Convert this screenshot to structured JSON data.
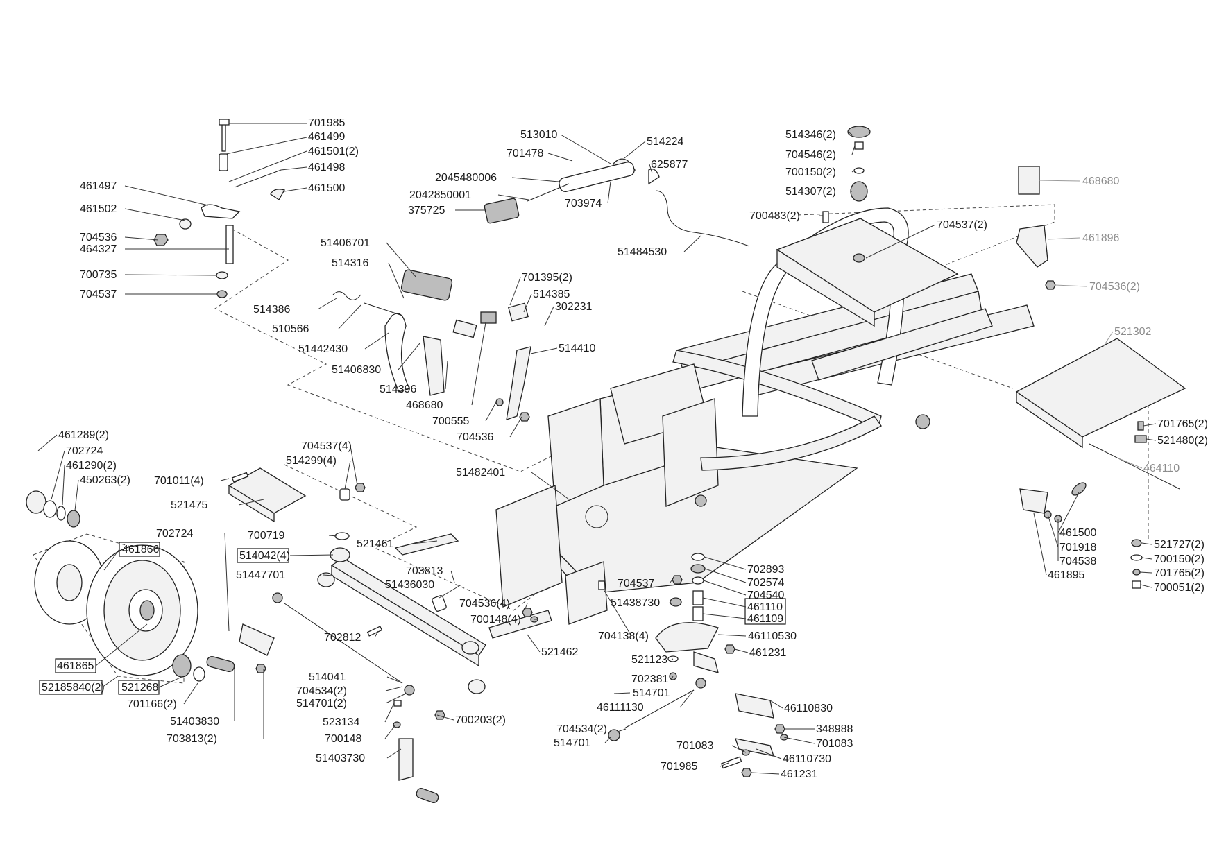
{
  "labels": [
    {
      "id": "l01",
      "text": "701985"
    },
    {
      "id": "l02",
      "text": "461499"
    },
    {
      "id": "l03",
      "text": "461501(2)"
    },
    {
      "id": "l04",
      "text": "461498"
    },
    {
      "id": "l05",
      "text": "461497"
    },
    {
      "id": "l06",
      "text": "461500"
    },
    {
      "id": "l07",
      "text": "461502"
    },
    {
      "id": "l08",
      "text": "704536"
    },
    {
      "id": "l09",
      "text": "464327"
    },
    {
      "id": "l10",
      "text": "700735"
    },
    {
      "id": "l11",
      "text": "704537"
    },
    {
      "id": "l12",
      "text": "513010"
    },
    {
      "id": "l13",
      "text": "514224"
    },
    {
      "id": "l14",
      "text": "701478"
    },
    {
      "id": "l15",
      "text": "625877"
    },
    {
      "id": "l16",
      "text": "2045480006"
    },
    {
      "id": "l17",
      "text": "2042850001"
    },
    {
      "id": "l18",
      "text": "375725"
    },
    {
      "id": "l19",
      "text": "703974"
    },
    {
      "id": "l20",
      "text": "51484530"
    },
    {
      "id": "l21",
      "text": "514346(2)"
    },
    {
      "id": "l22",
      "text": "704546(2)"
    },
    {
      "id": "l23",
      "text": "700150(2)"
    },
    {
      "id": "l24",
      "text": "514307(2)"
    },
    {
      "id": "l25",
      "text": "700483(2)"
    },
    {
      "id": "l26",
      "text": "704537(2)"
    },
    {
      "id": "l27",
      "text": "468680"
    },
    {
      "id": "l28",
      "text": "461896"
    },
    {
      "id": "l29",
      "text": "704536(2)"
    },
    {
      "id": "l30",
      "text": "51406701"
    },
    {
      "id": "l31",
      "text": "514316"
    },
    {
      "id": "l32",
      "text": "701395(2)"
    },
    {
      "id": "l33",
      "text": "514385"
    },
    {
      "id": "l34",
      "text": "302231"
    },
    {
      "id": "l35",
      "text": "514386"
    },
    {
      "id": "l36",
      "text": "510566"
    },
    {
      "id": "l37",
      "text": "51442430"
    },
    {
      "id": "l38",
      "text": "514410"
    },
    {
      "id": "l39",
      "text": "51406830"
    },
    {
      "id": "l40",
      "text": "514396"
    },
    {
      "id": "l41",
      "text": "468680"
    },
    {
      "id": "l42",
      "text": "700555"
    },
    {
      "id": "l43",
      "text": "704536"
    },
    {
      "id": "l44",
      "text": "521302"
    },
    {
      "id": "l45",
      "text": "701765(2)"
    },
    {
      "id": "l46",
      "text": "521480(2)"
    },
    {
      "id": "l47",
      "text": "464110"
    },
    {
      "id": "l48",
      "text": "461289(2)"
    },
    {
      "id": "l49",
      "text": "702724"
    },
    {
      "id": "l50",
      "text": "461290(2)"
    },
    {
      "id": "l51",
      "text": "450263(2)"
    },
    {
      "id": "l52",
      "text": "701011(4)"
    },
    {
      "id": "l53",
      "text": "704537(4)"
    },
    {
      "id": "l54",
      "text": "514299(4)"
    },
    {
      "id": "l55",
      "text": "51482401"
    },
    {
      "id": "l56",
      "text": "521475"
    },
    {
      "id": "l57",
      "text": "461866"
    },
    {
      "id": "l58",
      "text": "702724"
    },
    {
      "id": "l59",
      "text": "700719"
    },
    {
      "id": "l60",
      "text": "521461"
    },
    {
      "id": "l61",
      "text": "514042(4)"
    },
    {
      "id": "l62",
      "text": "51447701"
    },
    {
      "id": "l63",
      "text": "703813"
    },
    {
      "id": "l64",
      "text": "51436030"
    },
    {
      "id": "l65",
      "text": "461500"
    },
    {
      "id": "l66",
      "text": "701918"
    },
    {
      "id": "l67",
      "text": "704538"
    },
    {
      "id": "l68",
      "text": "461895"
    },
    {
      "id": "l69",
      "text": "521727(2)"
    },
    {
      "id": "l70",
      "text": "700150(2)"
    },
    {
      "id": "l71",
      "text": "701765(2)"
    },
    {
      "id": "l72",
      "text": "700051(2)"
    },
    {
      "id": "l73",
      "text": "702893"
    },
    {
      "id": "l74",
      "text": "702574"
    },
    {
      "id": "l75",
      "text": "704540"
    },
    {
      "id": "l76",
      "text": "461110"
    },
    {
      "id": "l77",
      "text": "461109"
    },
    {
      "id": "l78",
      "text": "704537"
    },
    {
      "id": "l79",
      "text": "51438730"
    },
    {
      "id": "l80",
      "text": "704536(4)"
    },
    {
      "id": "l81",
      "text": "700148(4)"
    },
    {
      "id": "l82",
      "text": "704138(4)"
    },
    {
      "id": "l83",
      "text": "46110530"
    },
    {
      "id": "l84",
      "text": "702812"
    },
    {
      "id": "l85",
      "text": "521462"
    },
    {
      "id": "l86",
      "text": "461231"
    },
    {
      "id": "l87",
      "text": "521123"
    },
    {
      "id": "l88",
      "text": "461865"
    },
    {
      "id": "l89",
      "text": "702381"
    },
    {
      "id": "l90",
      "text": "514041"
    },
    {
      "id": "l91",
      "text": "514701"
    },
    {
      "id": "l92",
      "text": "52185840(2)"
    },
    {
      "id": "l93",
      "text": "521268"
    },
    {
      "id": "l94",
      "text": "704534(2)"
    },
    {
      "id": "l95",
      "text": "514701(2)"
    },
    {
      "id": "l96",
      "text": "701166(2)"
    },
    {
      "id": "l97",
      "text": "51403830"
    },
    {
      "id": "l98",
      "text": "700203(2)"
    },
    {
      "id": "l99",
      "text": "46111130"
    },
    {
      "id": "l100",
      "text": "46110830"
    },
    {
      "id": "l101",
      "text": "523134"
    },
    {
      "id": "l102",
      "text": "703813(2)"
    },
    {
      "id": "l103",
      "text": "700148"
    },
    {
      "id": "l104",
      "text": "704534(2)"
    },
    {
      "id": "l105",
      "text": "348988"
    },
    {
      "id": "l106",
      "text": "514701"
    },
    {
      "id": "l107",
      "text": "701083"
    },
    {
      "id": "l108",
      "text": "51403730"
    },
    {
      "id": "l109",
      "text": "701083"
    },
    {
      "id": "l110",
      "text": "46110730"
    },
    {
      "id": "l111",
      "text": "701985"
    },
    {
      "id": "l112",
      "text": "461231"
    }
  ]
}
